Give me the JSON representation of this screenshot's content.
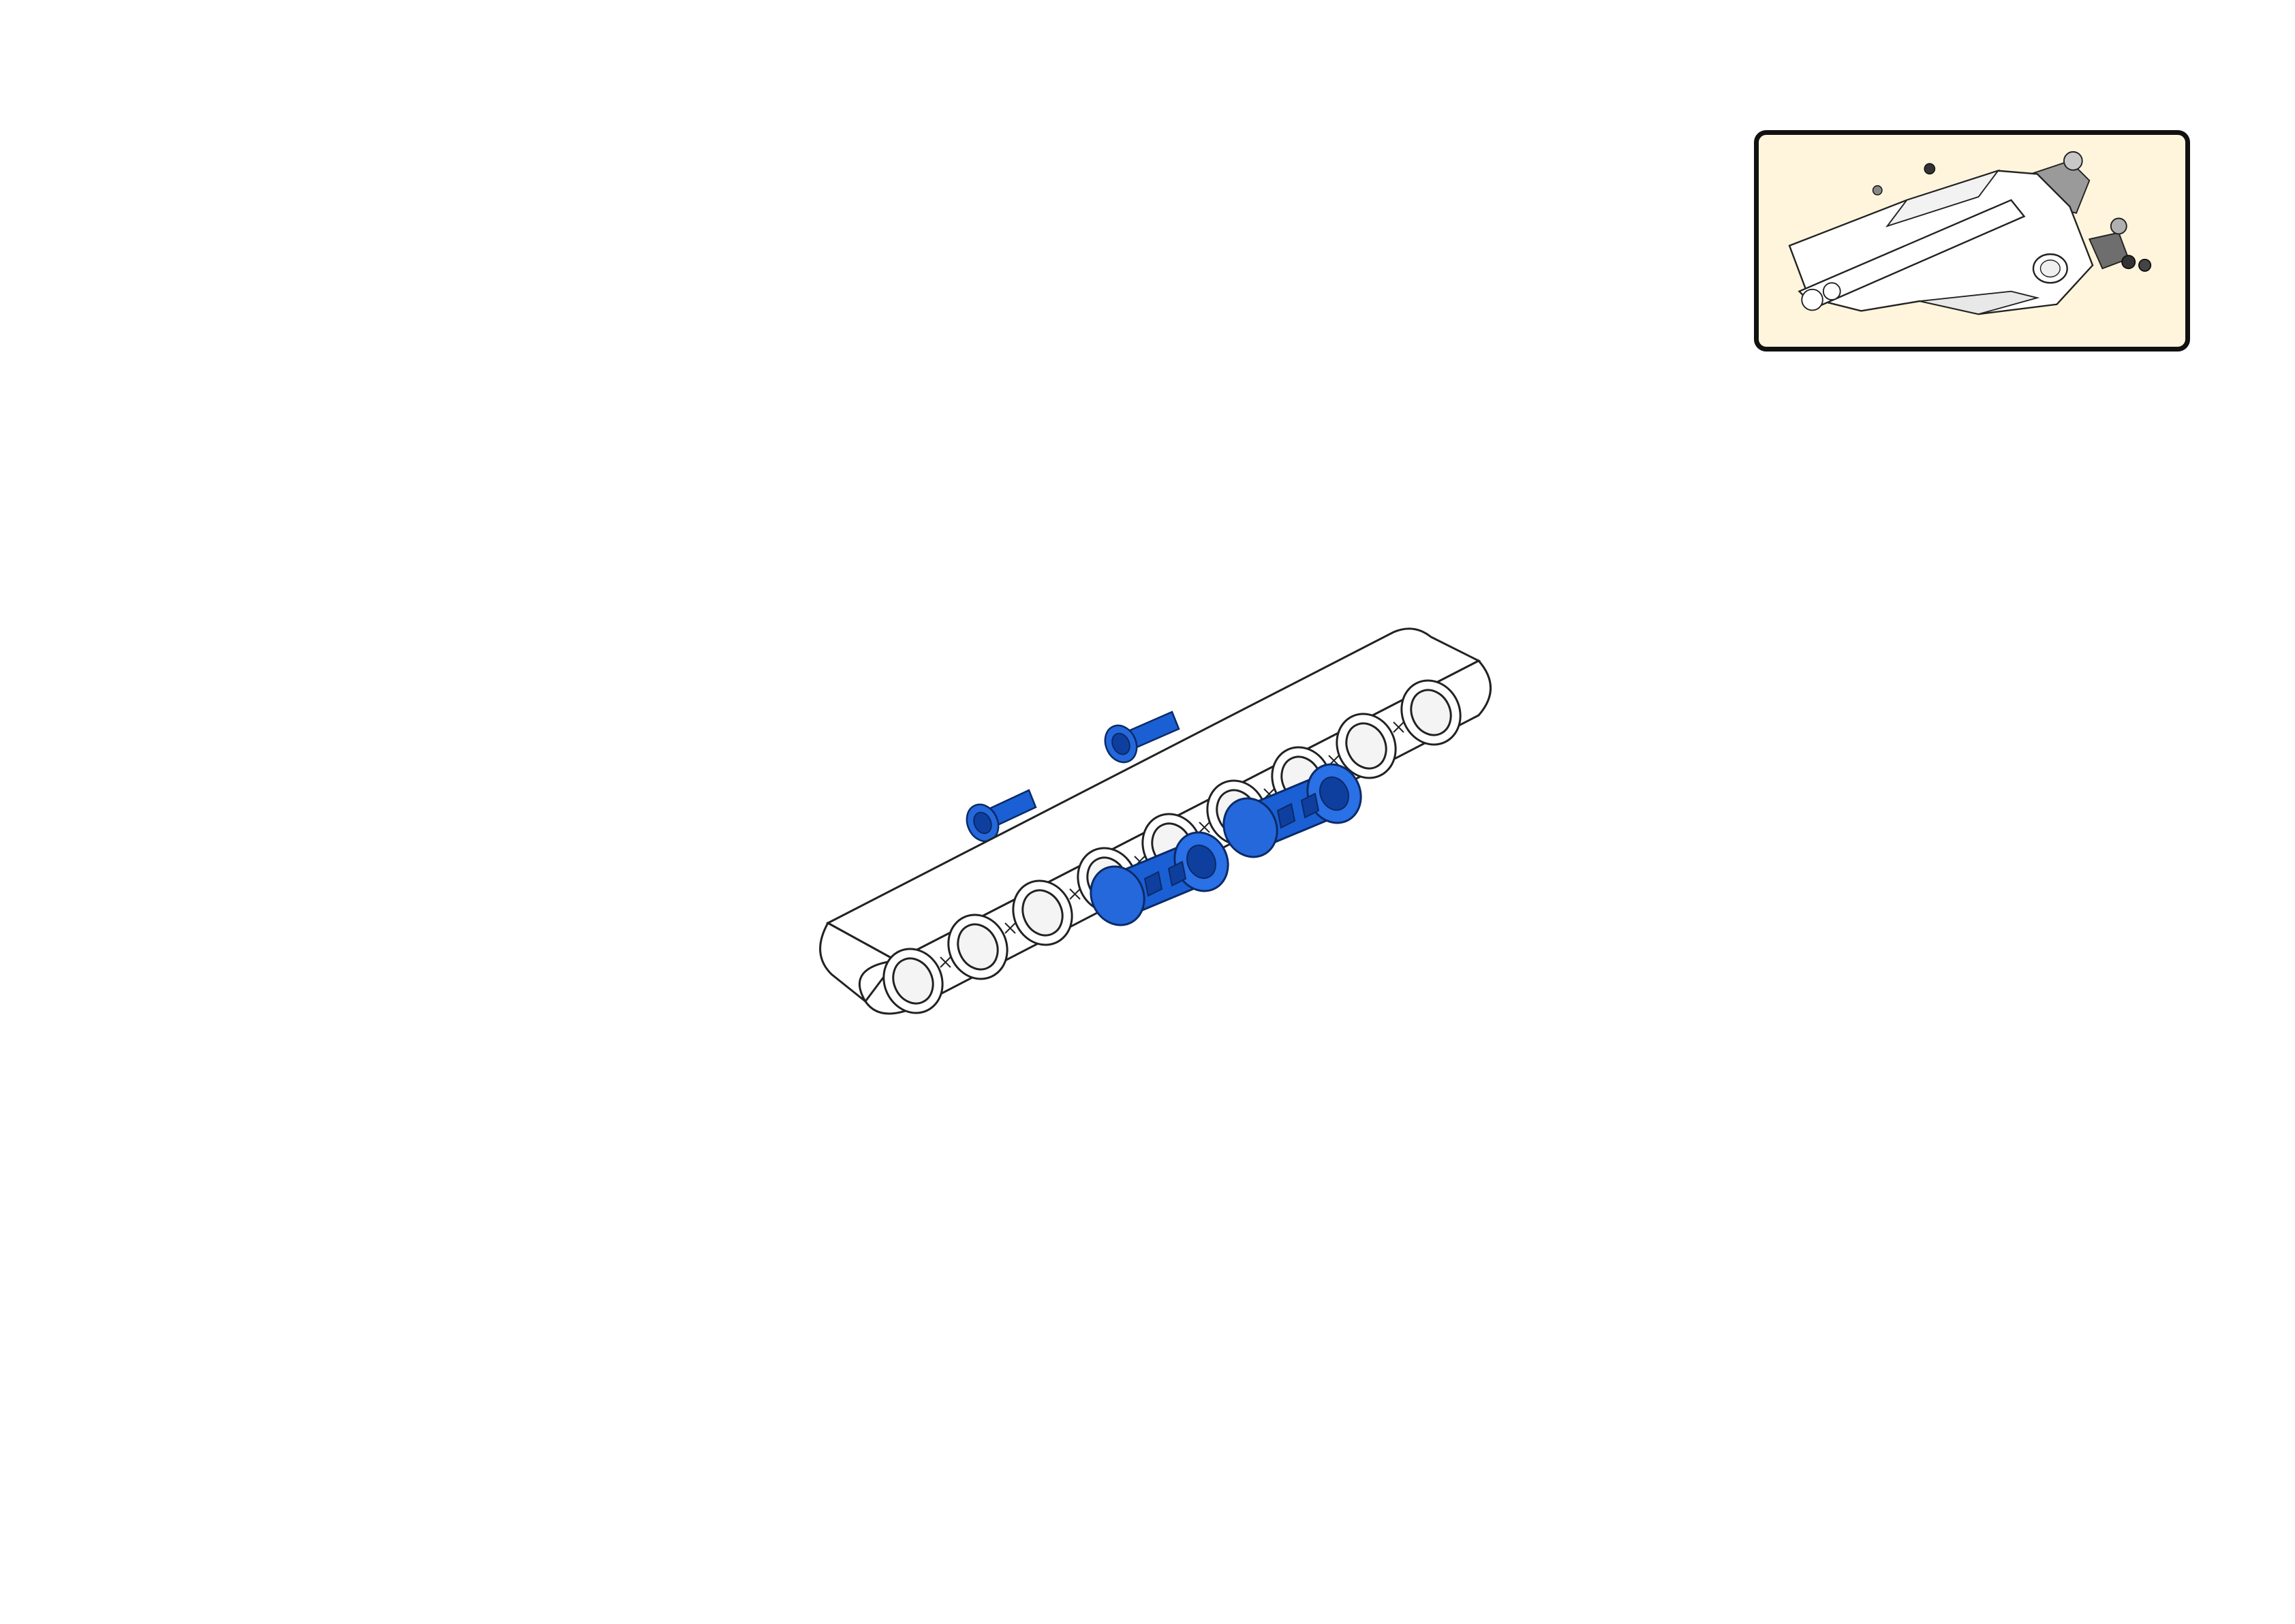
{
  "page": {
    "background": "#ffffff"
  },
  "preview": {
    "background": "#fff5dc",
    "border_color": "#111111",
    "icon": "completed-model-thumbnail"
  },
  "step": {
    "beam_color": "#ffffff",
    "pin_color": "#1a5fd4",
    "beam_holes": 9,
    "pin_count": 4,
    "icons": [
      "technic-beam",
      "blue-friction-pin"
    ]
  }
}
